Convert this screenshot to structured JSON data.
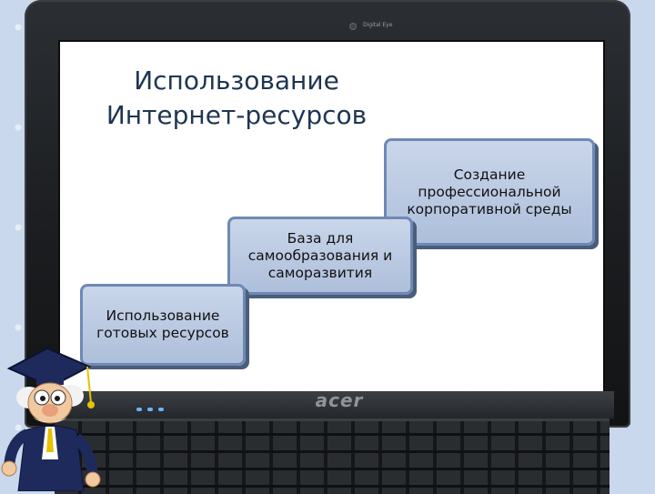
{
  "slide": {
    "title_line1": "Использование",
    "title_line2": "Интернет-ресурсов"
  },
  "steps": [
    {
      "label": "Использование готовых ресурсов"
    },
    {
      "label": "База для самообразования и саморазвития"
    },
    {
      "label": "Создание профессиональной корпоративной среды"
    }
  ],
  "laptop": {
    "brand": "acer",
    "top_label": "Digital Eye"
  },
  "colors": {
    "title": "#1f3552",
    "box_fill": "#b9c8e2",
    "box_border": "#6f89b4",
    "box_shadow": "#4a5e7c",
    "background": "#c9d8ec"
  }
}
